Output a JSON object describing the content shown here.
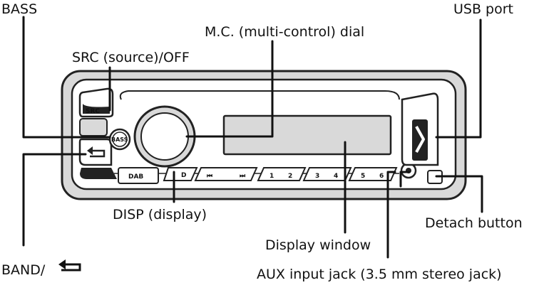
{
  "callouts": {
    "bass": "BASS",
    "src": "SRC (source)/OFF",
    "mc_dial": "M.C. (multi-control) dial",
    "usb_port": "USB port",
    "disp": "DISP (display)",
    "display_window": "Display window",
    "detach_button": "Detach button",
    "band": "BAND/",
    "aux": "AUX input jack (3.5 mm stereo jack)"
  },
  "unit": {
    "src_key": "SRC",
    "bass_key": "BASS",
    "dab_key": "DAB",
    "disp_key": "D",
    "prev_key": "⏮",
    "next_key": "⏭",
    "preset_keys": [
      "1",
      "2",
      "3",
      "4",
      "5",
      "6"
    ]
  },
  "icons": {
    "back": "return-arrow-icon",
    "usb": "usb-chevron-icon",
    "aux": "aux-jack-icon"
  }
}
